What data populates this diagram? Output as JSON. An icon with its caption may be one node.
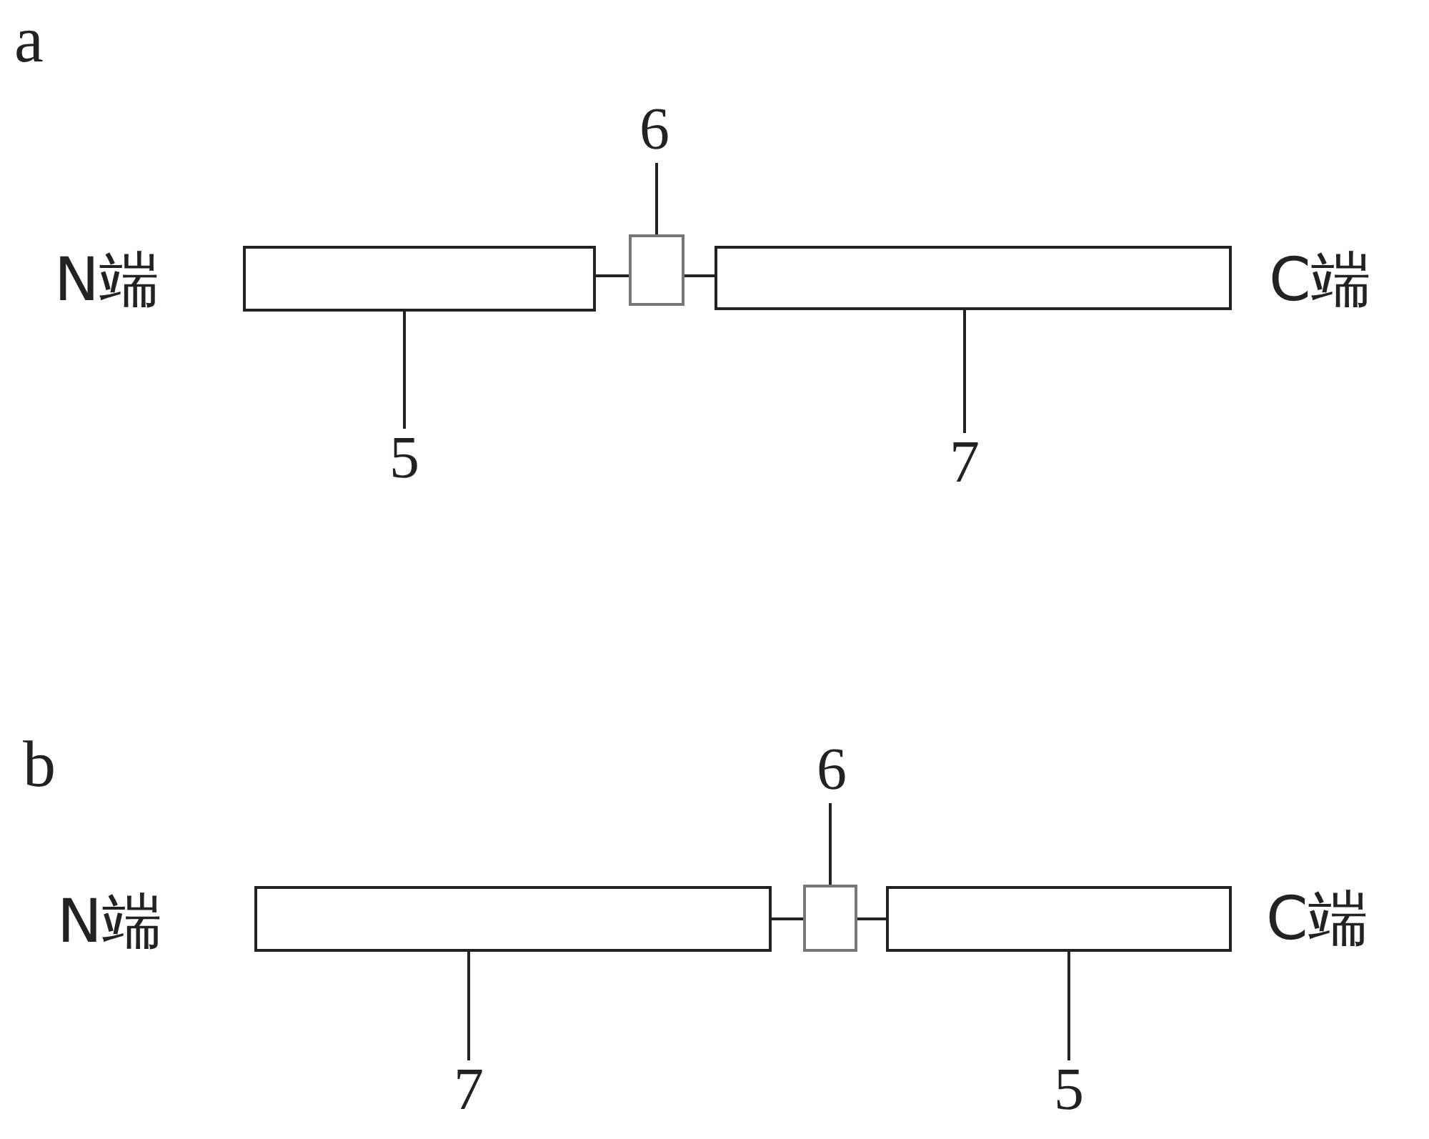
{
  "diagram": {
    "nodes": [
      {
        "text": [],
        "shape": "box"
      },
      {
        "text": [],
        "shape": "box"
      },
      {
        "text": [],
        "shape": "box"
      },
      {
        "text": [
          "6"
        ]
      },
      {
        "text": [
          "5"
        ]
      },
      {
        "text": [
          "7"
        ]
      },
      {
        "text": [],
        "shape": "box"
      },
      {
        "text": [],
        "shape": "box"
      },
      {
        "text": [],
        "shape": "box"
      },
      {
        "text": [
          "6"
        ]
      },
      {
        "text": [
          "7"
        ]
      },
      {
        "text": [
          "5"
        ]
      }
    ],
    "edges": [
      {
        "from": 0,
        "to": 1,
        "arrow": "none"
      },
      {
        "from": 1,
        "to": 2,
        "arrow": "none"
      },
      {
        "from": 3,
        "to": 1,
        "arrow": "none"
      },
      {
        "from": 4,
        "to": 0,
        "arrow": "none"
      },
      {
        "from": 5,
        "to": 2,
        "arrow": "none"
      },
      {
        "from": 6,
        "to": 7,
        "arrow": "none"
      },
      {
        "from": 7,
        "to": 8,
        "arrow": "none"
      },
      {
        "from": 9,
        "to": 7,
        "arrow": "none"
      },
      {
        "from": 10,
        "to": 6,
        "arrow": "none"
      },
      {
        "from": 11,
        "to": 8,
        "arrow": "none"
      }
    ],
    "labels": [
      "a",
      "N端",
      "C端",
      "b",
      "N端",
      "C端"
    ]
  }
}
